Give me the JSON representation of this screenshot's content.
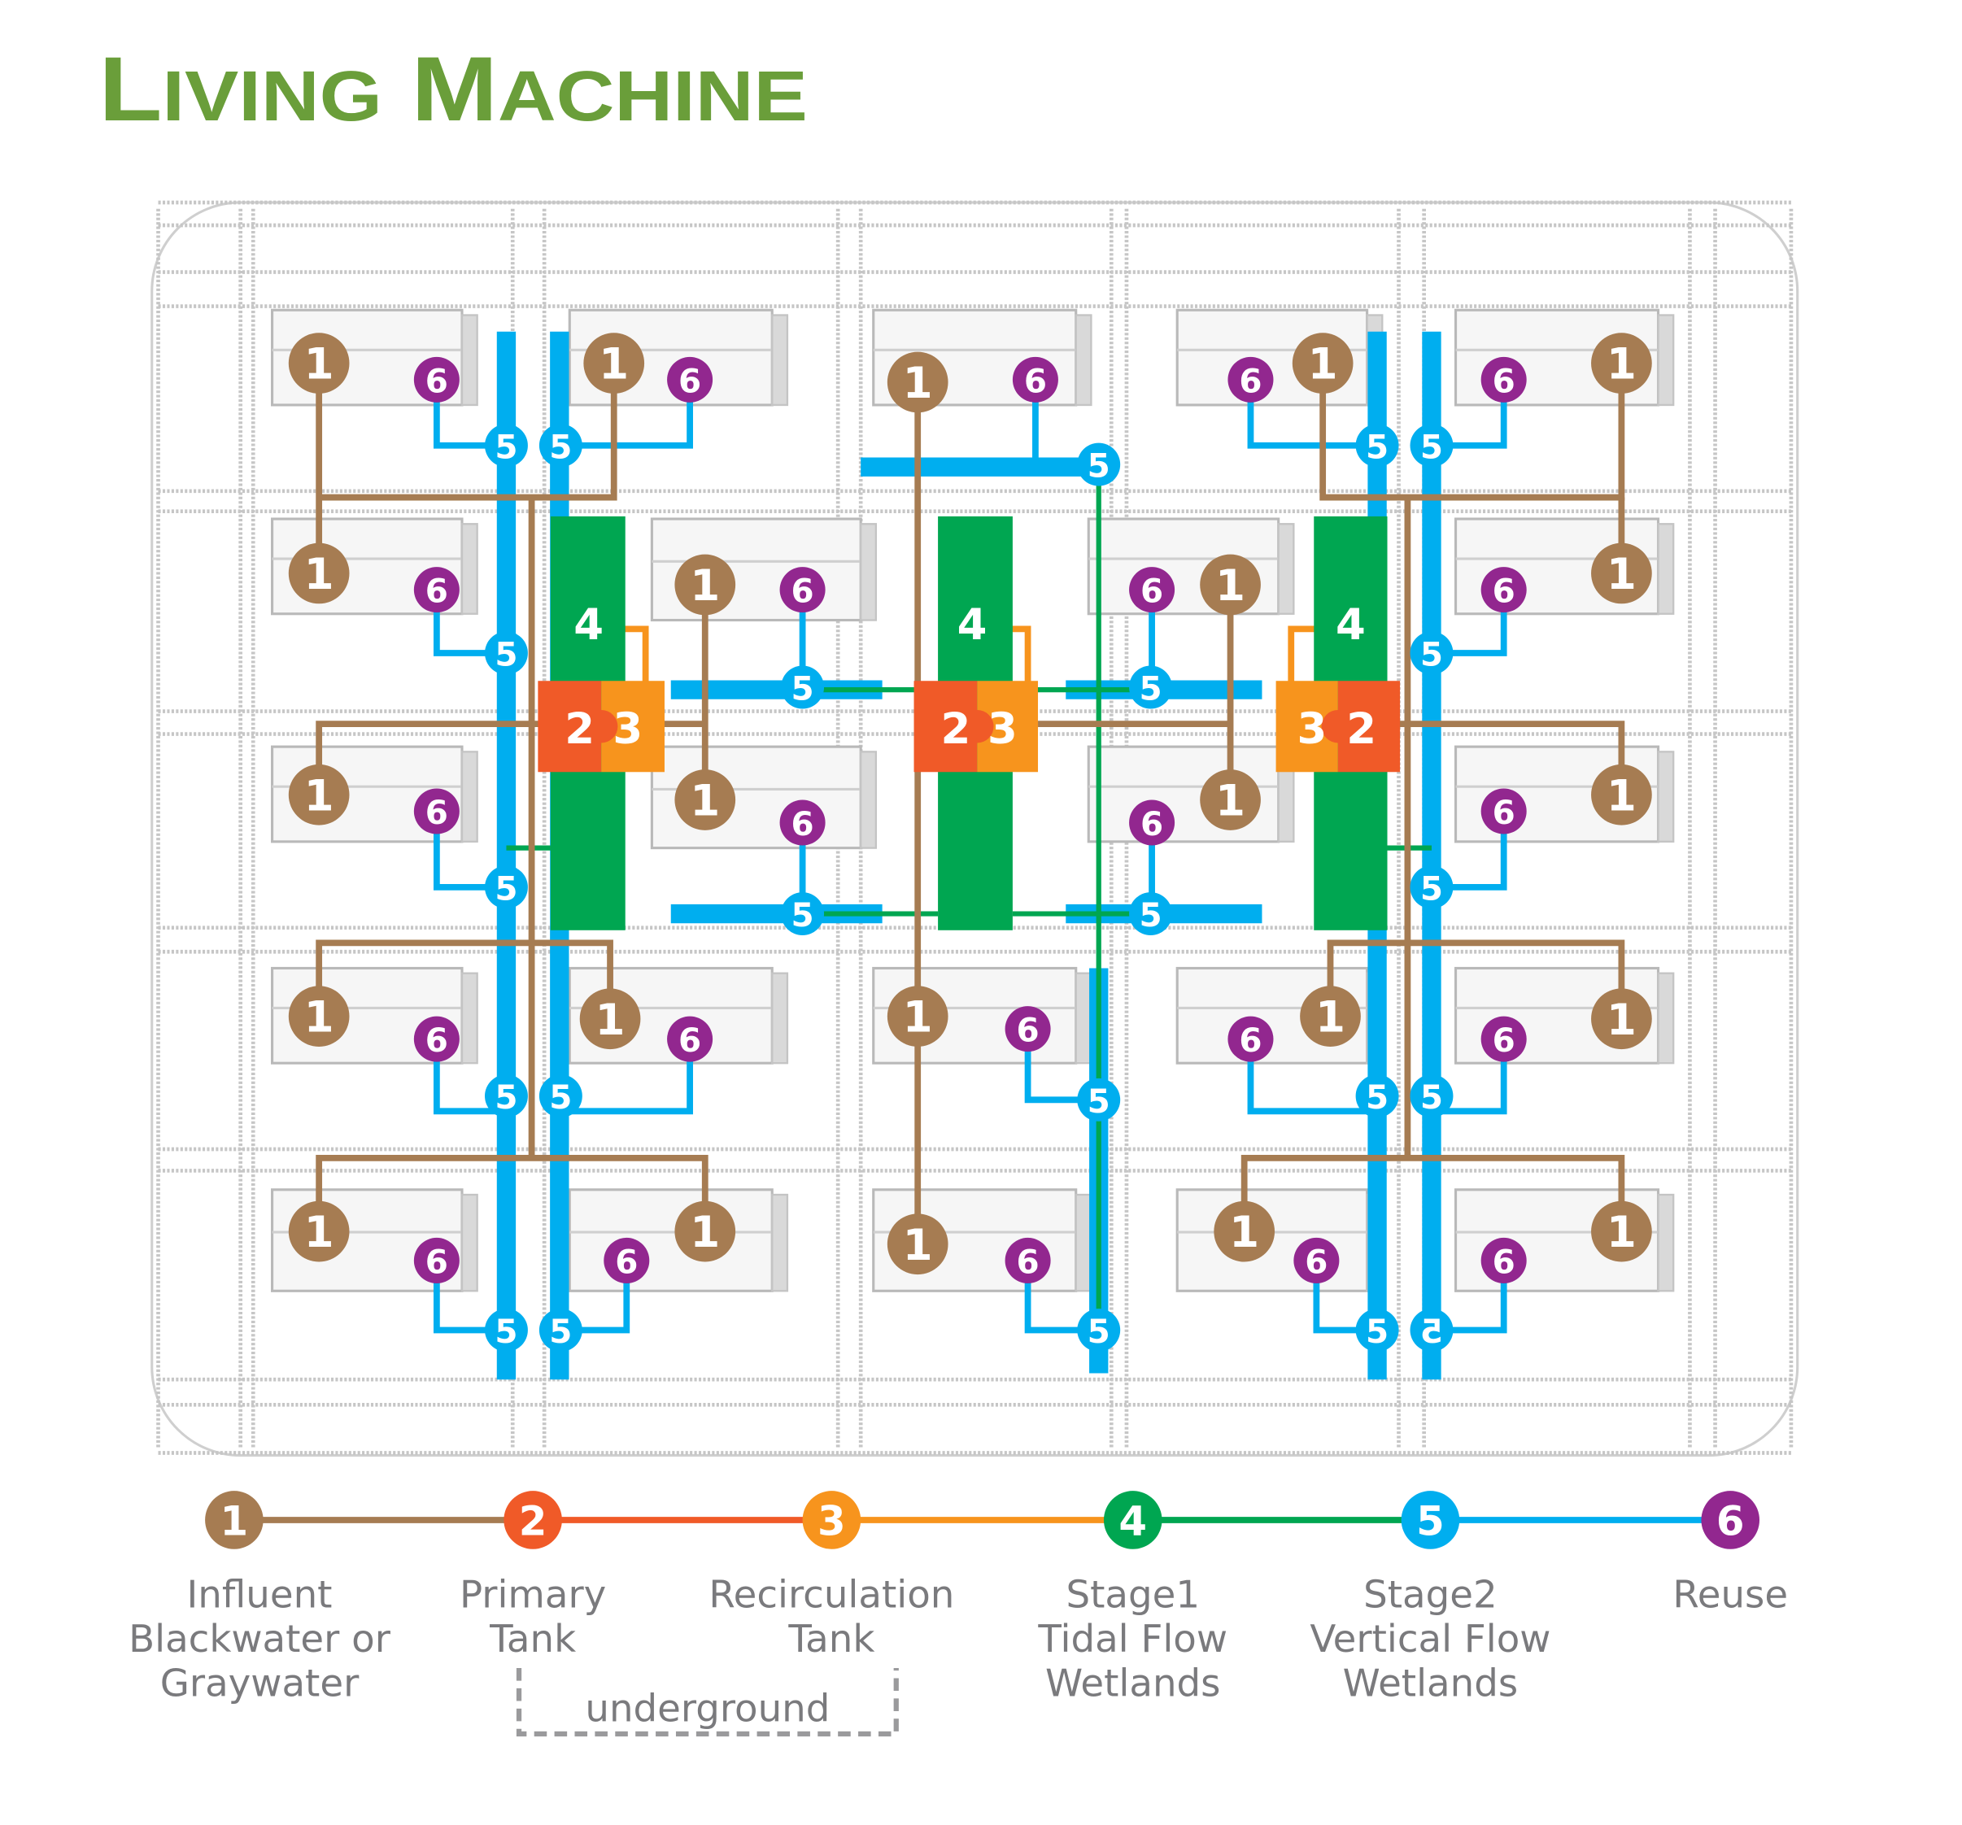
{
  "title": "Living Machine",
  "colors": {
    "title": "#6a9e3a",
    "influent": "#a67c52",
    "primary": "#f05a28",
    "recirculation": "#f7941d",
    "stage1": "#00a651",
    "stage2": "#00aeef",
    "reuse": "#92278f",
    "legend_text": "#7a7a7d",
    "map_lines": "#c6c6c6"
  },
  "legend": {
    "items": [
      {
        "number": "1",
        "key": "influent",
        "lines": [
          "Influent",
          "Blackwater or",
          "Graywater"
        ]
      },
      {
        "number": "2",
        "key": "primary",
        "lines": [
          "Primary",
          "Tank"
        ]
      },
      {
        "number": "3",
        "key": "recirculation",
        "lines": [
          "Recirculation",
          "Tank"
        ]
      },
      {
        "number": "4",
        "key": "stage1",
        "lines": [
          "Stage1",
          "Tidal Flow",
          "Wetlands"
        ]
      },
      {
        "number": "5",
        "key": "stage2",
        "lines": [
          "Stage2",
          "Vertical Flow",
          "Wetlands"
        ]
      },
      {
        "number": "6",
        "key": "reuse",
        "lines": [
          "Reuse"
        ]
      }
    ],
    "group_label": "underground"
  },
  "map": {
    "clusters": [
      {
        "name": "west",
        "tank_labels": {
          "primary": "2",
          "recirculation": "3",
          "wetland": "4"
        },
        "influent_count": 10,
        "reuse_count": 10,
        "stage2_count": 10
      },
      {
        "name": "central",
        "tank_labels": {
          "primary": "2",
          "recirculation": "3",
          "wetland": "4"
        },
        "influent_count": 3,
        "reuse_count": 3,
        "stage2_count": 3
      },
      {
        "name": "east",
        "tank_labels": {
          "primary": "2",
          "recirculation": "3",
          "wetland": "4"
        },
        "influent_count": 10,
        "reuse_count": 10,
        "stage2_count": 10
      }
    ],
    "shared_stage2_nodes": 4,
    "marker_labels": {
      "influent": "1",
      "primary": "2",
      "recirculation": "3",
      "stage1": "4",
      "stage2": "5",
      "reuse": "6"
    }
  }
}
